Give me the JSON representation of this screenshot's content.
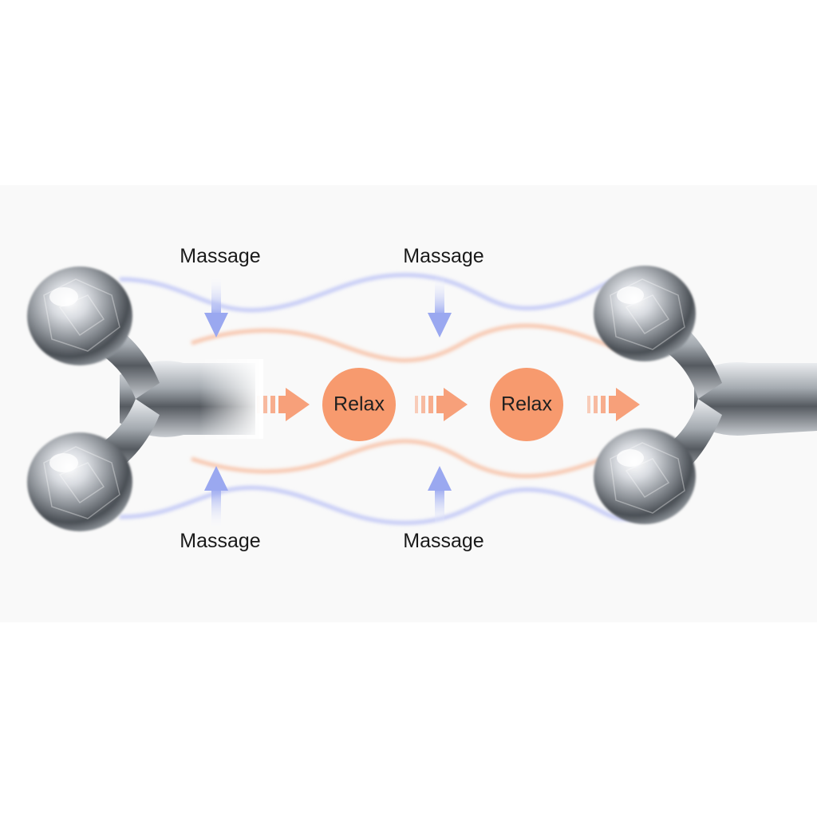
{
  "diagram": {
    "massage_labels": [
      "Massage",
      "Massage",
      "Massage",
      "Massage"
    ],
    "relax_labels": [
      "Relax",
      "Relax"
    ],
    "colors": {
      "background": "#ffffff",
      "band": "#f9f9f9",
      "relax_circle": "#f79a6e",
      "arrow_orange": "#f7a07a",
      "arrow_blue": "#a9b6f2",
      "wave_blue": "#c9cef5",
      "wave_orange": "#f8c9b1",
      "metal_light": "#eef0f3",
      "metal_dark": "#5d6268"
    },
    "icons": [
      "facial-roller-icon",
      "facial-roller-icon",
      "right-arrow-icon",
      "down-arrow-icon",
      "up-arrow-icon"
    ]
  }
}
